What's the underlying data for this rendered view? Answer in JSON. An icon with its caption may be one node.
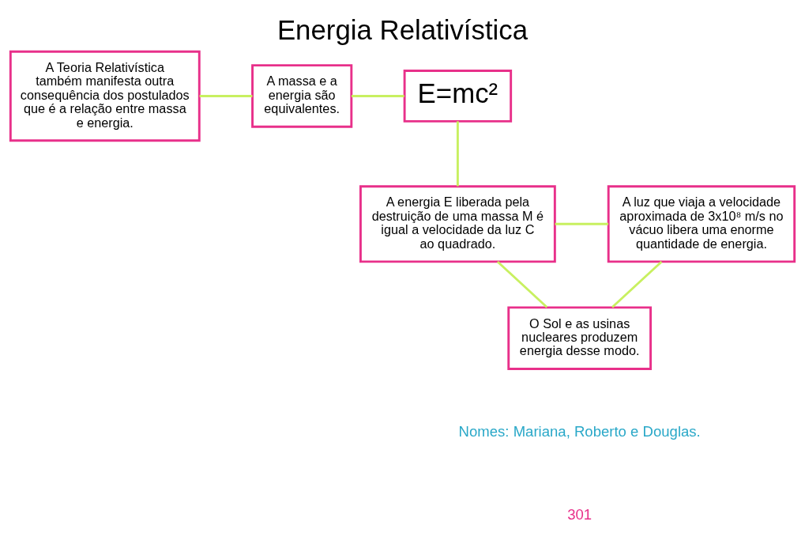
{
  "diagram": {
    "title": "Energia Relativística",
    "nodes": [
      {
        "text": [
          "A Teoria Relativística também manifesta outra consequência dos postulados que é a relação entre massa e energia."
        ]
      },
      {
        "text": [
          "A massa e a energia são equivalentes."
        ]
      },
      {
        "text": [
          "E=mc²"
        ]
      },
      {
        "text": [
          "A luz que viaja a velocidade aproximada de 3x10⁸ m/s no vácuo libera uma enorme quantidade de energia."
        ]
      },
      {
        "text": [
          "A energia E liberada pela destruição de uma massa M é igual a velocidade da luz C ao quadrado."
        ]
      },
      {
        "text": [
          "O Sol e as usinas nucleares produzem energia desse modo."
        ]
      }
    ],
    "edges": [
      {
        "from": 0,
        "to": 1,
        "arrow": "none"
      },
      {
        "from": 1,
        "to": 2,
        "arrow": "none"
      },
      {
        "from": 2,
        "to": 4,
        "arrow": "none"
      },
      {
        "from": 4,
        "to": 3,
        "arrow": "none"
      },
      {
        "from": 3,
        "to": 5,
        "arrow": "none"
      },
      {
        "from": 4,
        "to": 5,
        "arrow": "none"
      }
    ],
    "labels": [
      "Nomes: Mariana, Roberto e Douglas.",
      "301"
    ]
  }
}
